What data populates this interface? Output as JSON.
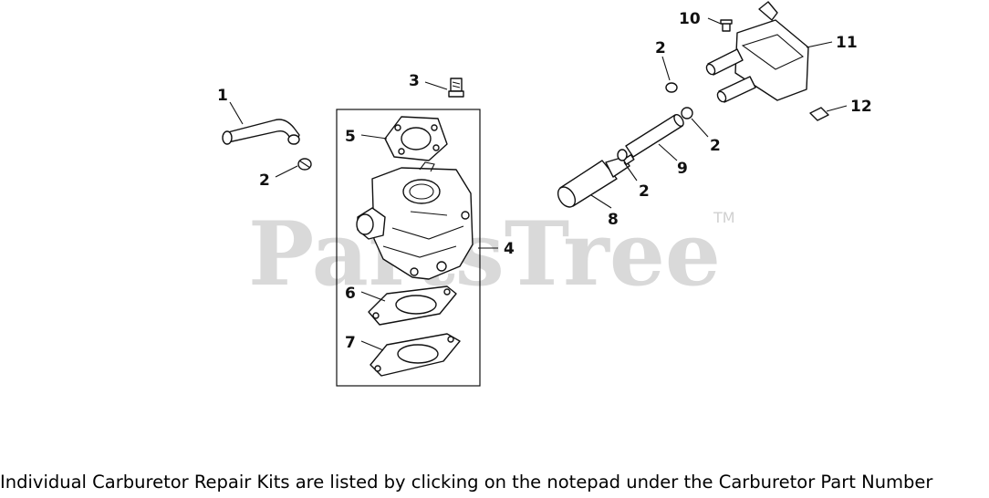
{
  "watermark": {
    "brand": "PartsTree",
    "trademark": "TM"
  },
  "callouts": {
    "c1": "1",
    "c2a": "2",
    "c3": "3",
    "c4": "4",
    "c5": "5",
    "c6": "6",
    "c7": "7",
    "c8": "8",
    "c2b": "2",
    "c9": "9",
    "c2c": "2",
    "c2d": "2",
    "c10": "10",
    "c11": "11",
    "c12": "12"
  },
  "footer_note": "Individual Carburetor Repair Kits are listed by clicking on the notepad under the Carburetor Part Number"
}
